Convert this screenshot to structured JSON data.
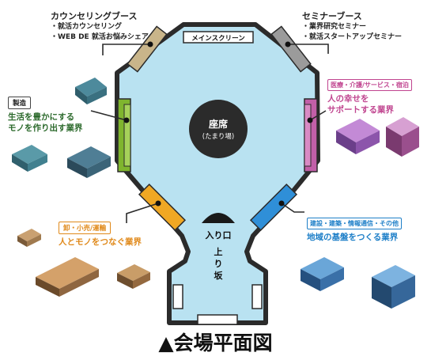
{
  "stage_label": "メインスクリーン",
  "seating": {
    "title": "座席",
    "sub": "(たまり場)"
  },
  "entrance": "入り口",
  "slope": [
    "上",
    "り",
    "坂"
  ],
  "caption": "▲会場平面図",
  "counseling": {
    "title": "カウンセリングブース",
    "items": [
      "・就活カウンセリング",
      "・WEB DE 就活お悩みシェア"
    ]
  },
  "seminar": {
    "title": "セミナーブース",
    "items": [
      "・業界研究セミナー",
      "・就活スタートアップセミナー"
    ]
  },
  "manufacturing": {
    "tag": "製造",
    "lines": [
      "生活を豊かにする",
      "モノを作り出す業界"
    ]
  },
  "service": {
    "tag": "医療・介護/サービス・宿泊",
    "lines": [
      "人の幸せを",
      "サポートする業界"
    ]
  },
  "wholesale": {
    "tag": "卸・小売/運輸",
    "lines": [
      "人とモノをつなぐ業界"
    ]
  },
  "construction": {
    "tag": "建設・建築・情報通信・その他",
    "lines": [
      "地域の基盤をつくる業界"
    ]
  },
  "colors": {
    "floor": "#b9e2f1",
    "wall": "#2b2b2b",
    "counseling_booth": "#c9b58a",
    "seminar_booth": "#9b9b9b",
    "manufacturing_booth": "#7fb52e",
    "service_booth": "#c25fa8",
    "wholesale_booth": "#f0a824",
    "construction_booth": "#2f8fd8",
    "service_text": "#c0448f",
    "wholesale_text": "#e0891a",
    "construction_text": "#1e7fc8",
    "manufacturing_text": "#2c6a2c"
  }
}
